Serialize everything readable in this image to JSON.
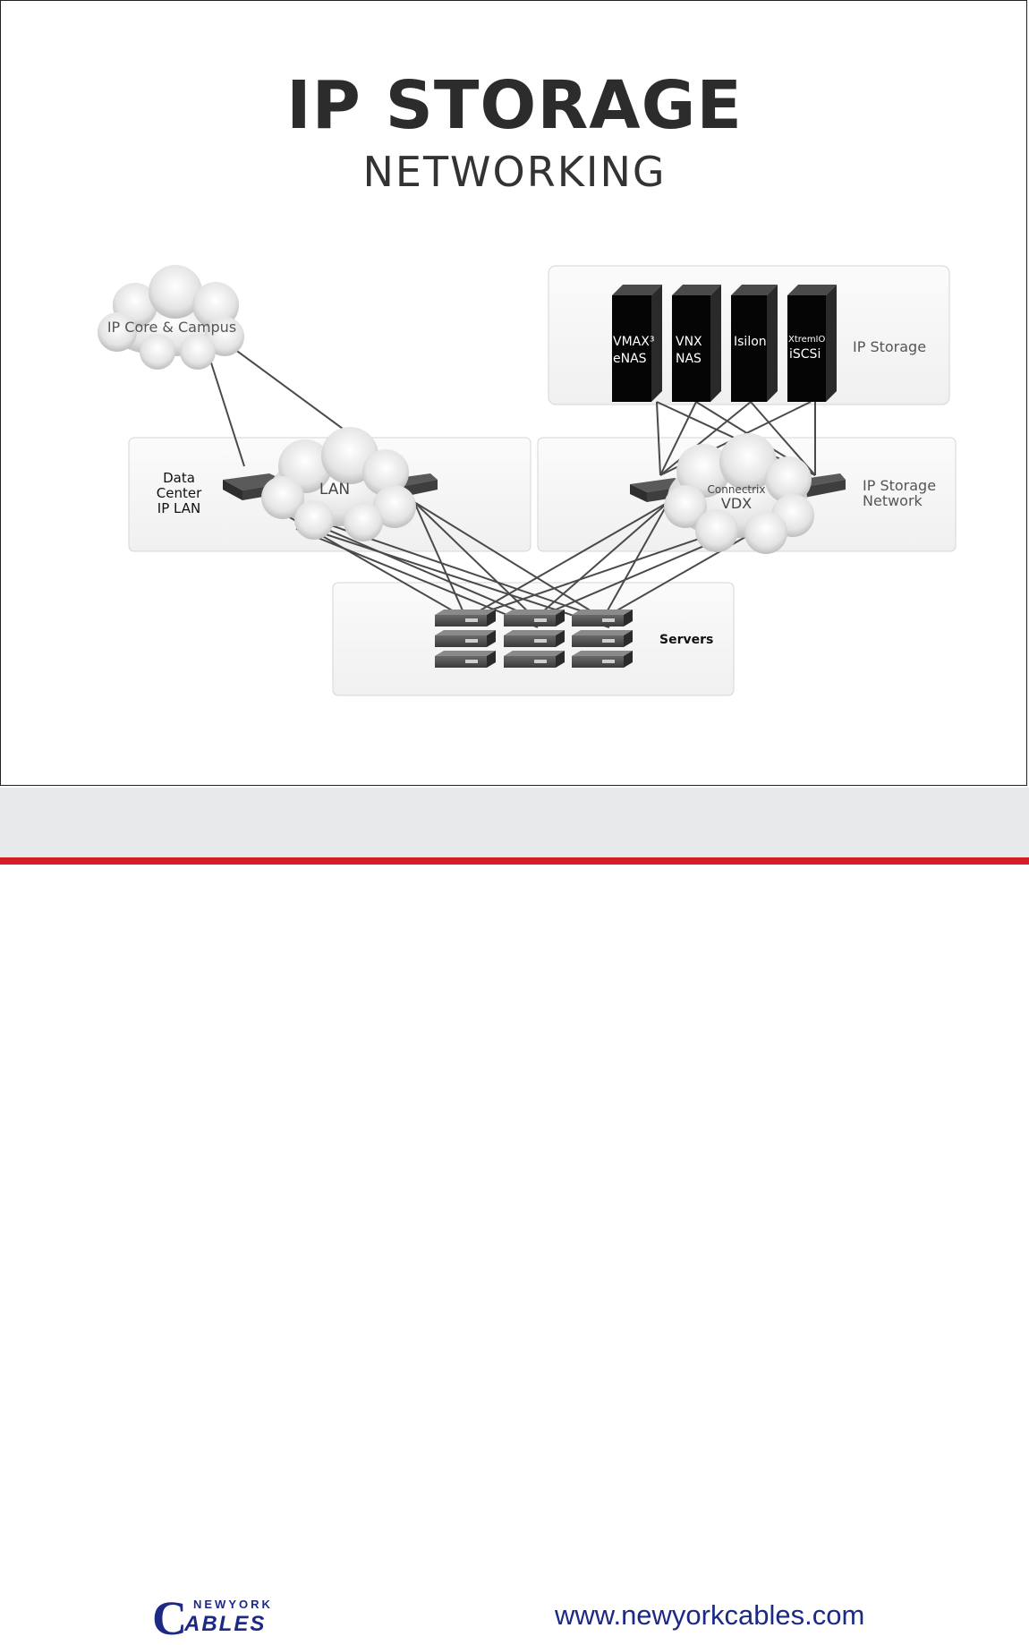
{
  "title": "IP STORAGE",
  "subtitle": "NETWORKING",
  "diagram": {
    "cloud_ip_core": "IP Core & Campus",
    "lan_cloud": "LAN",
    "dc_label": [
      "Data",
      "Center",
      "IP LAN"
    ],
    "connectrix": [
      "Connectrix",
      "VDX"
    ],
    "ipsn_label": [
      "IP Storage",
      "Network"
    ],
    "ip_storage_label": "IP Storage",
    "servers_label": "Servers",
    "storage_units": [
      {
        "line1": "VMAX³",
        "line2": "eNAS"
      },
      {
        "line1": "VNX",
        "line2": "NAS"
      },
      {
        "line1": "Isilon",
        "line2": ""
      },
      {
        "line1": "XtremIO",
        "line2": "iSCSi"
      }
    ]
  },
  "footer": {
    "logo_letter": "C",
    "logo_top": "NEWYORK",
    "logo_bottom": "ABLES",
    "url": "www.newyorkcables.com"
  },
  "colors": {
    "footer_bg": "#e7e9eb",
    "footer_accent": "#d41f26",
    "brand_blue": "#1c2a86"
  }
}
